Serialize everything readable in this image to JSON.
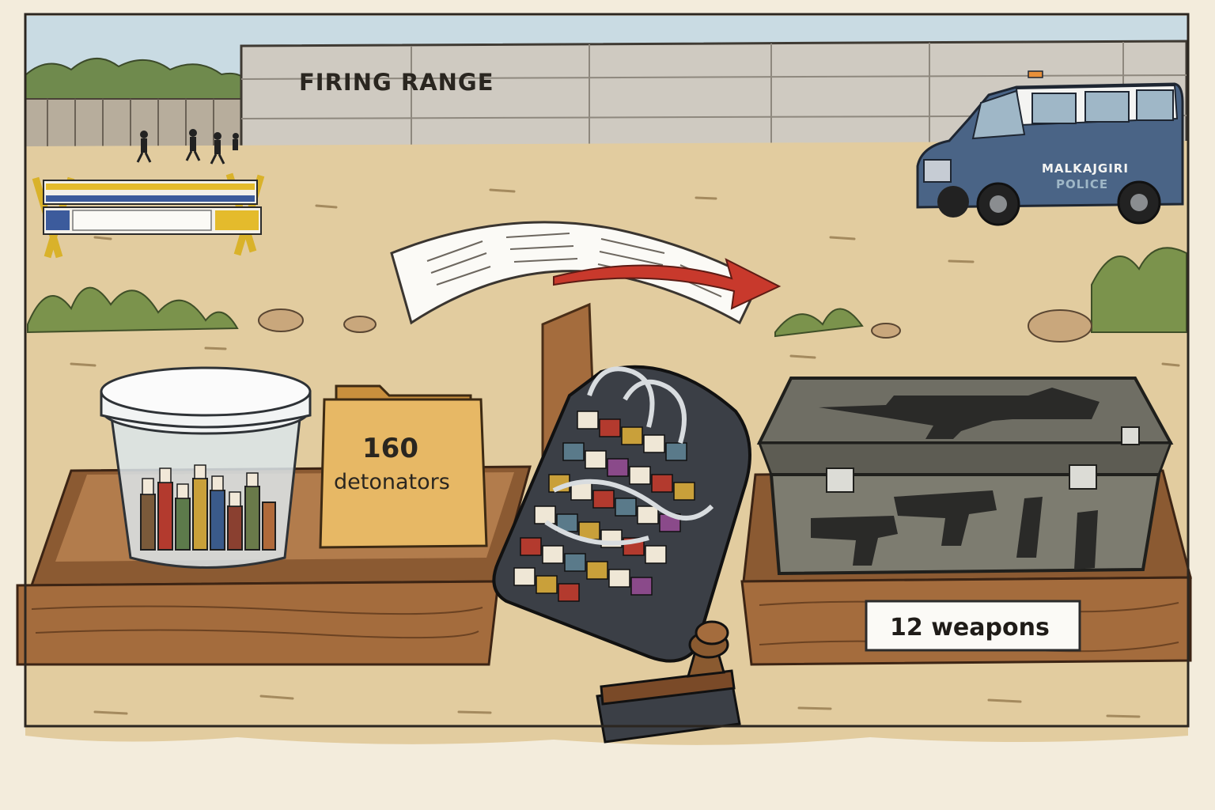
{
  "range_sign": {
    "text": "FIRING RANGE"
  },
  "police_van": {
    "line1": "MALKAJGIRI",
    "line2": "POLICE"
  },
  "detonator_folder": {
    "count": "160",
    "unit": "detonators"
  },
  "weapons_tag": {
    "text": "12 weapons"
  },
  "colors": {
    "sky": "#c9dbe3",
    "ground": "#e2cc9f",
    "wall": "#cfcac1",
    "crate_wood": "#9a6438",
    "police_blue": "#4a6486",
    "arrow_red": "#c8392c",
    "case_grey": "#7d7c70",
    "folder_yellow": "#e7b865"
  }
}
